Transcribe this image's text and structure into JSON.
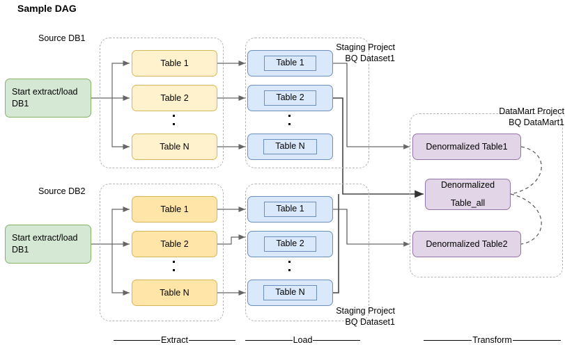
{
  "title": "Sample DAG",
  "sources": [
    {
      "label": "Source DB1",
      "start_label": "Start extract/load\nDB1"
    },
    {
      "label": "Source DB2",
      "start_label": "Start extract/load\nDB1"
    }
  ],
  "extract": {
    "tables": [
      "Table 1",
      "Table 2",
      "Table N"
    ],
    "ellipsis": "▪▪"
  },
  "load": {
    "tables": [
      "Table 1",
      "Table 2",
      "Table N"
    ],
    "caption_top": "Staging Project\nBQ Dataset1",
    "caption_bottom": "Staging Project\nBQ Dataset1"
  },
  "transform": {
    "caption": "DataMart Project\nBQ DataMart1",
    "nodes": [
      {
        "line1": "Denormalized Table1",
        "line2": ""
      },
      {
        "line1": "Denormalized",
        "line2": "Table_all"
      },
      {
        "line1": "Denormalized Table2",
        "line2": ""
      }
    ]
  },
  "phases": [
    {
      "label": "Extract"
    },
    {
      "label": "Load"
    },
    {
      "label": "Transform"
    }
  ],
  "colors": {
    "extract_fill": "#ffe6a8",
    "extract_stroke": "#d6b656",
    "load_fill": "#dae8fc",
    "load_stroke": "#6c8ebf",
    "transform_fill": "#e1d5e7",
    "transform_stroke": "#9673a6",
    "start_fill": "#d5e8d4",
    "start_stroke": "#82b366",
    "group_stroke": "#b3b3b3",
    "connector": "#666666"
  }
}
